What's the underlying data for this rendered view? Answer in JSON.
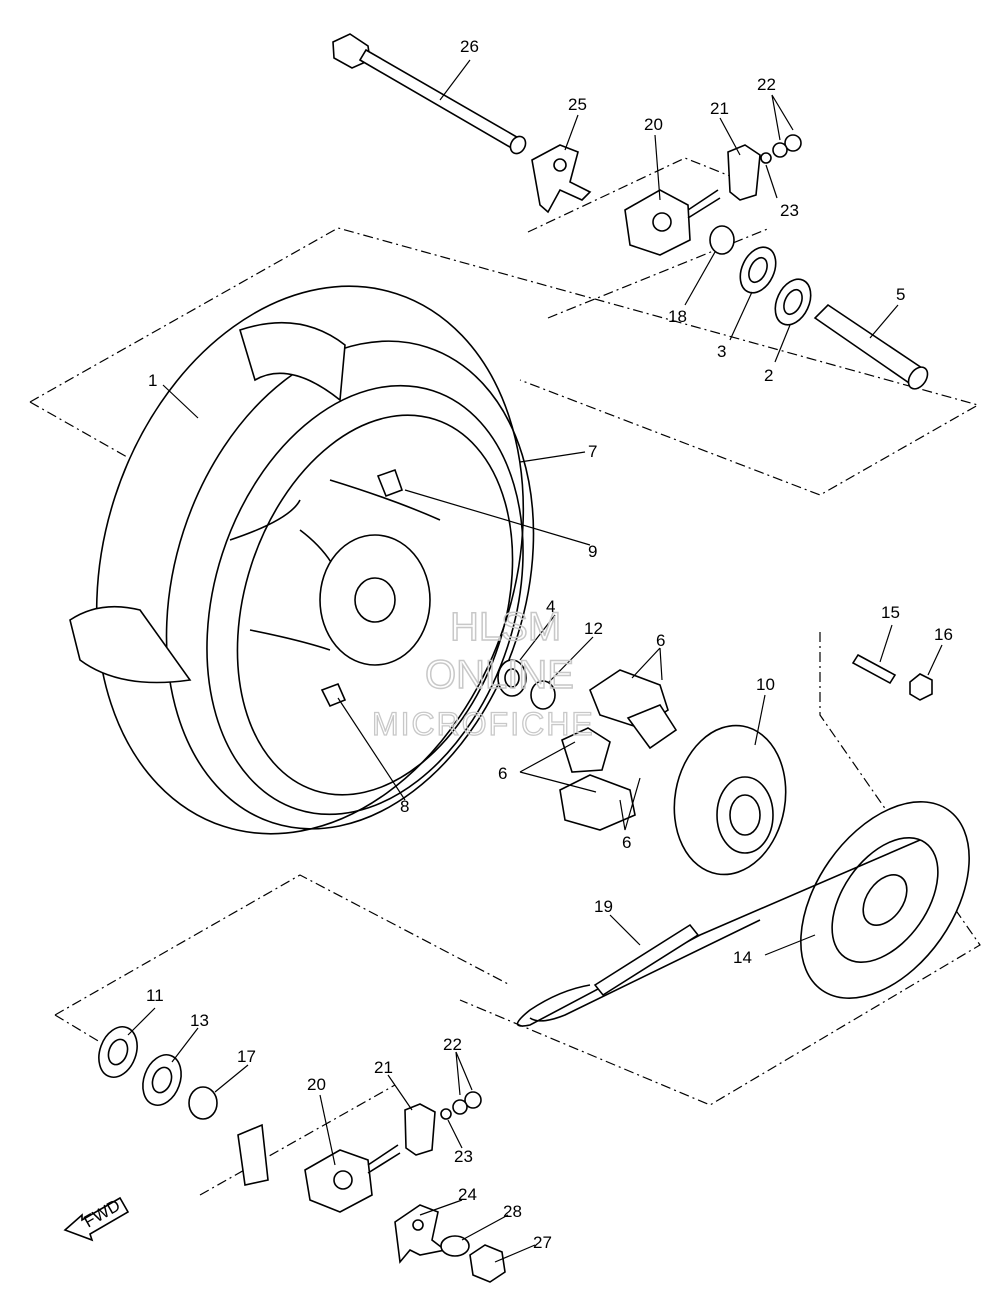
{
  "watermark": {
    "line1": "HLSM",
    "line2": "ONLINE",
    "line3": "MICROFICHE"
  },
  "fwd_label": "FWD",
  "callouts": {
    "c26": "26",
    "c25": "25",
    "c20a": "20",
    "c21a": "21",
    "c22a": "22",
    "c23a": "23",
    "c18": "18",
    "c3": "3",
    "c2": "2",
    "c5": "5",
    "c1": "1",
    "c7": "7",
    "c9": "9",
    "c4": "4",
    "c12": "12",
    "c6a": "6",
    "c6b": "6",
    "c6c": "6",
    "c10": "10",
    "c15": "15",
    "c16": "16",
    "c8": "8",
    "c19": "19",
    "c14": "14",
    "c11": "11",
    "c13": "13",
    "c17": "17",
    "c20b": "20",
    "c21b": "21",
    "c22b": "22",
    "c23b": "23",
    "c24": "24",
    "c28": "28",
    "c27": "27"
  }
}
